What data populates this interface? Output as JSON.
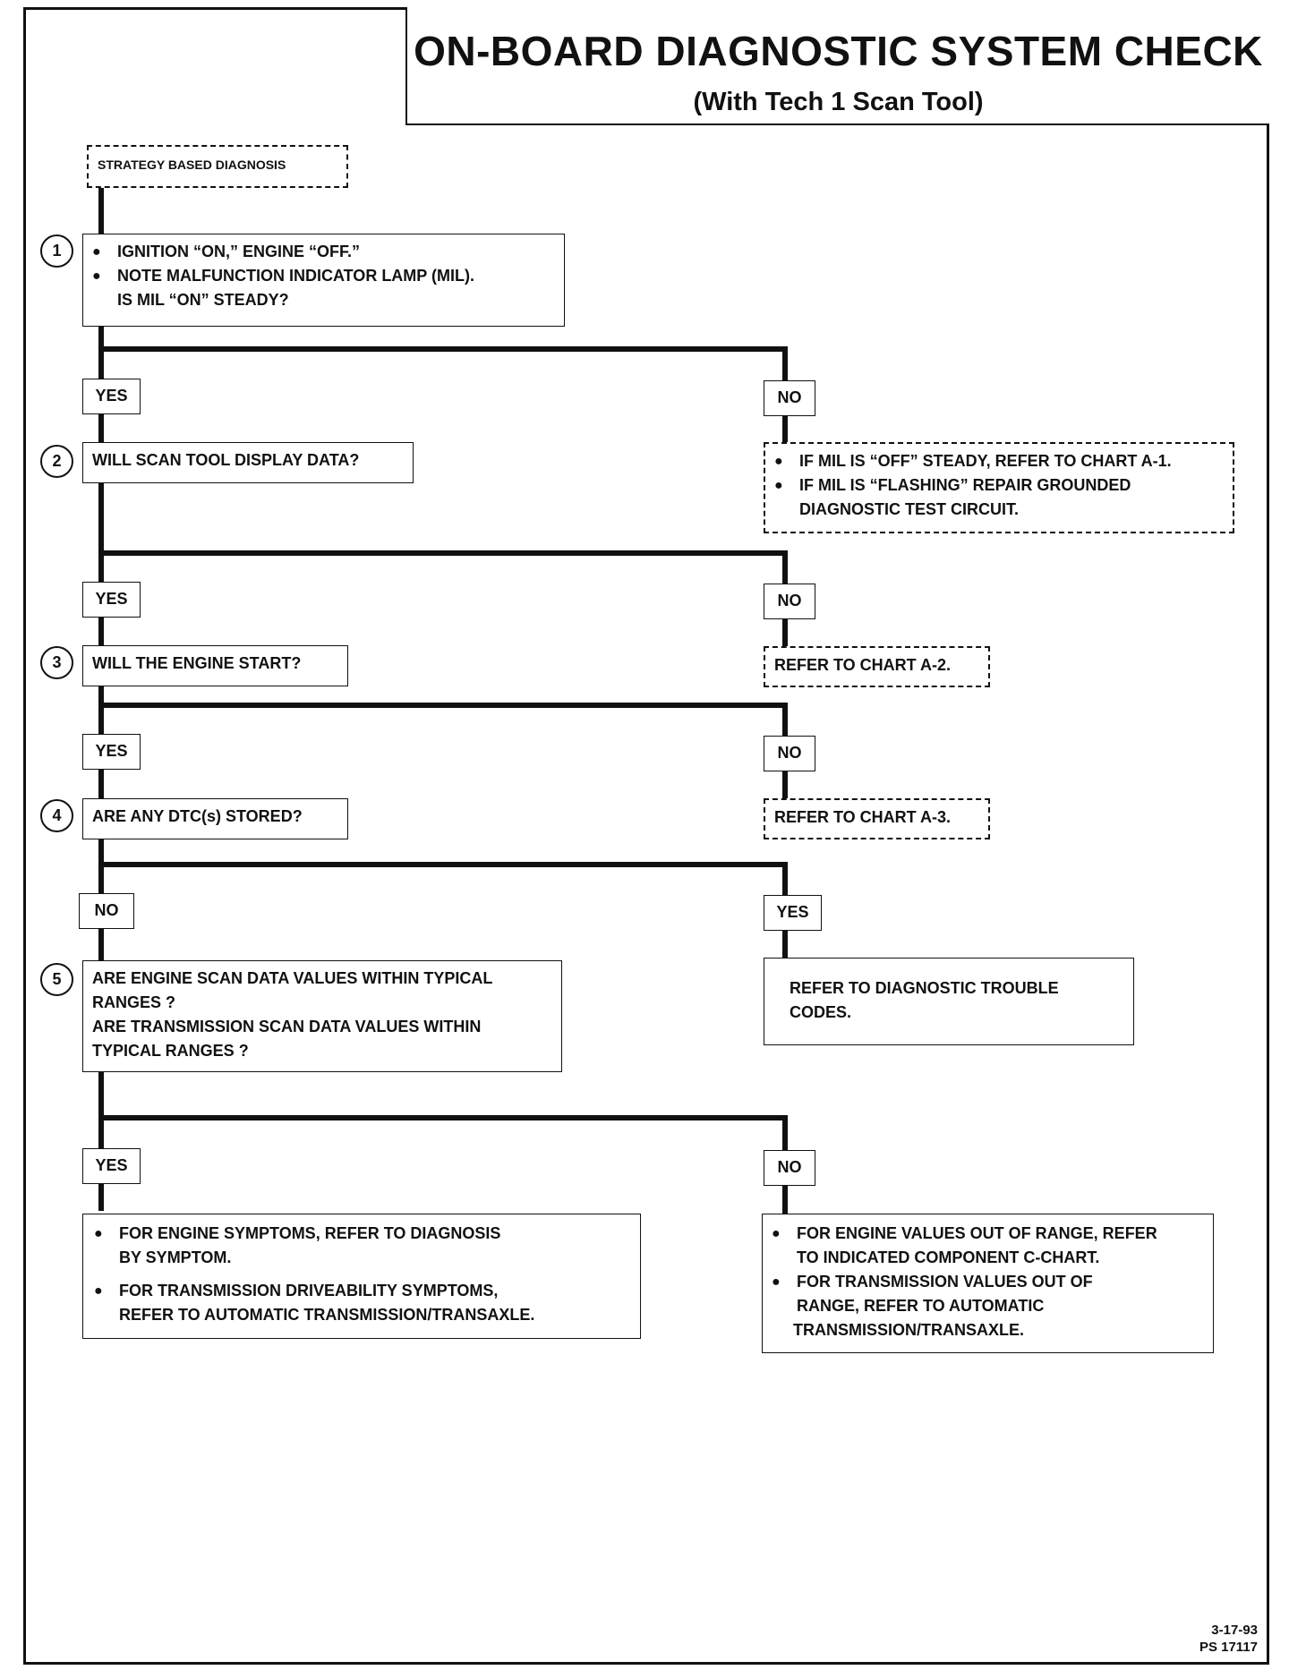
{
  "header": {
    "title": "ON-BOARD DIAGNOSTIC SYSTEM CHECK",
    "subtitle": "(With Tech 1 Scan Tool)"
  },
  "start": "STRATEGY BASED DIAGNOSIS",
  "steps": {
    "s1": {
      "num": "1",
      "bullets": [
        "IGNITION “ON,” ENGINE “OFF.”",
        "NOTE MALFUNCTION INDICATOR LAMP (MIL)."
      ],
      "question": "IS MIL “ON” STEADY?"
    },
    "s2": {
      "num": "2",
      "text": "WILL SCAN TOOL DISPLAY DATA?"
    },
    "s3": {
      "num": "3",
      "text": "WILL THE ENGINE START?"
    },
    "s4": {
      "num": "4",
      "text": "ARE ANY DTC(s) STORED?"
    },
    "s5": {
      "num": "5",
      "line1": "ARE ENGINE SCAN DATA VALUES WITHIN TYPICAL",
      "line2": "RANGES ?",
      "line3": "ARE TRANSMISSION SCAN DATA VALUES WITHIN",
      "line4": "TYPICAL RANGES ?"
    }
  },
  "tags": {
    "yes": "YES",
    "no": "NO"
  },
  "outcomes": {
    "mil_off": {
      "b1": "IF MIL IS “OFF” STEADY, REFER TO CHART A-1.",
      "b2": "IF MIL IS “FLASHING” REPAIR GROUNDED",
      "b2cont": "DIAGNOSTIC TEST CIRCUIT."
    },
    "chart_a2": "REFER TO CHART A-2.",
    "chart_a3": "REFER TO CHART A-3.",
    "dtc": {
      "l1": "REFER TO DIAGNOSTIC TROUBLE",
      "l2": "CODES."
    },
    "yes_final": {
      "b1": "FOR ENGINE SYMPTOMS, REFER TO DIAGNOSIS",
      "b1cont": "BY SYMPTOM.",
      "b2": "FOR TRANSMISSION DRIVEABILITY SYMPTOMS,",
      "b2cont": "REFER TO  AUTOMATIC TRANSMISSION/TRANSAXLE."
    },
    "no_final": {
      "b1": "FOR ENGINE VALUES OUT OF RANGE, REFER",
      "b1cont": "TO INDICATED COMPONENT  C-CHART.",
      "b2": "FOR TRANSMISSION VALUES OUT OF",
      "b2cont": "RANGE, REFER TO  AUTOMATIC",
      "b2cont2": "TRANSMISSION/TRANSAXLE."
    }
  },
  "bullet_symbol": "●",
  "footer": {
    "date": "3-17-93",
    "code": "PS 17117"
  }
}
